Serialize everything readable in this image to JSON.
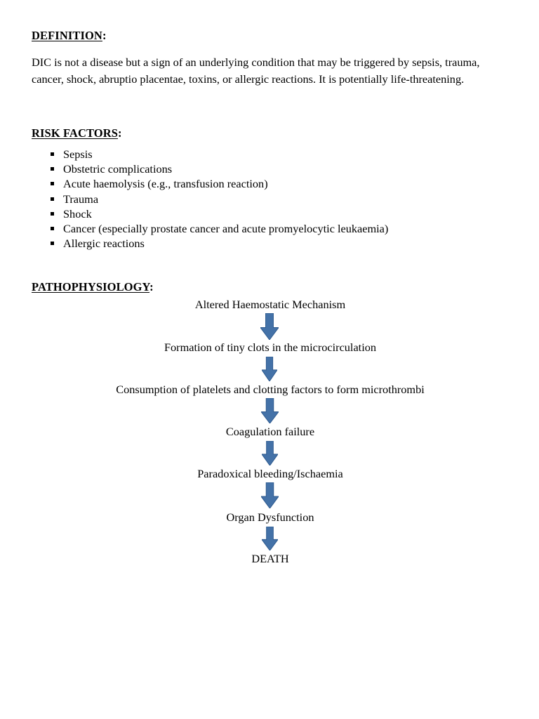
{
  "document": {
    "sections": [
      {
        "id": "definition",
        "heading_word": "DEFINITION",
        "heading_colon": ":",
        "paragraph": "DIC is not a disease but a sign of an underlying condition that may be triggered by sepsis, trauma, cancer, shock, abruptio placentae, toxins, or allergic reactions. It is potentially life-threatening."
      },
      {
        "id": "risk-factors",
        "heading_word": "RISK FACTORS",
        "heading_colon": ":",
        "items": [
          "Sepsis",
          "Obstetric complications",
          "Acute haemolysis (e.g., transfusion reaction)",
          "Trauma",
          "Shock",
          "Cancer (especially prostate cancer and acute promyelocytic leukaemia)",
          "Allergic reactions"
        ]
      },
      {
        "id": "pathophysiology",
        "heading_word": "PATHOPHYSIOLOGY",
        "heading_colon": ":",
        "flow": {
          "arrow_icon": "down-arrow-icon",
          "arrow_fill": "#4472A8",
          "arrow_stroke": "#2E5A8E",
          "steps": [
            {
              "label": "Altered Haemostatic Mechanism",
              "arrow_after": true,
              "arrow_width": 26,
              "arrow_height": 38,
              "gap_above": 0,
              "gap_below": 2
            },
            {
              "label": "Formation of tiny clots in the microcirculation",
              "arrow_after": true,
              "arrow_width": 22,
              "arrow_height": 35,
              "gap_above": 1,
              "gap_below": 3
            },
            {
              "label": "Consumption of platelets and clotting factors to form microthrombi",
              "arrow_after": true,
              "arrow_width": 25,
              "arrow_height": 36,
              "gap_above": 2,
              "gap_below": 2
            },
            {
              "label": "Coagulation failure",
              "arrow_after": true,
              "arrow_width": 23,
              "arrow_height": 35,
              "gap_above": 2,
              "gap_below": 3
            },
            {
              "label": "Paradoxical bleeding/Ischaemia",
              "arrow_after": true,
              "arrow_width": 25,
              "arrow_height": 37,
              "gap_above": 2,
              "gap_below": 2
            },
            {
              "label": "Organ Dysfunction",
              "arrow_after": true,
              "arrow_width": 23,
              "arrow_height": 34,
              "gap_above": 3,
              "gap_below": 3
            },
            {
              "label": "DEATH",
              "arrow_after": false,
              "arrow_width": 0,
              "arrow_height": 0,
              "gap_above": 2,
              "gap_below": 0
            }
          ]
        }
      }
    ]
  }
}
